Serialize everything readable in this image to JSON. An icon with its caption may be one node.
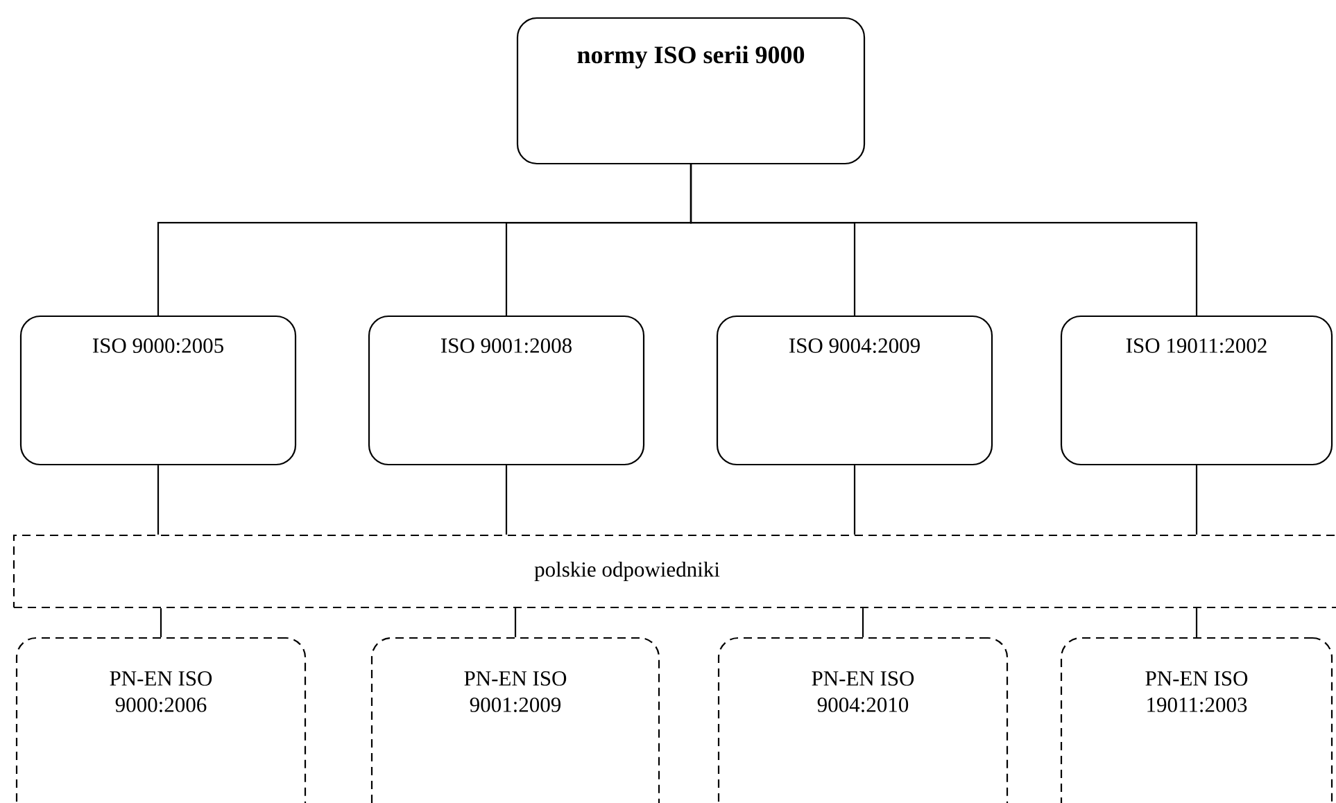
{
  "diagram": {
    "nodes": [
      {
        "text": [
          "**normy ISO serii 9000**"
        ]
      },
      {
        "text": [
          "ISO 9000:2005"
        ]
      },
      {
        "text": [
          "ISO 9001:2008"
        ]
      },
      {
        "text": [
          "ISO 9004:2009"
        ]
      },
      {
        "text": [
          "ISO 19011:2002"
        ]
      },
      {
        "text": [
          "polskie odpowiedniki"
        ]
      },
      {
        "text": [
          "PN-EN ISO 9000:2006"
        ]
      },
      {
        "text": [
          "PN-EN ISO 9001:2009"
        ]
      },
      {
        "text": [
          "PN-EN ISO 9004:2010"
        ]
      },
      {
        "text": [
          "PN-EN ISO 19011:2003"
        ]
      }
    ],
    "edges": [
      {
        "from": 0,
        "to": 1,
        "arrow": "none"
      },
      {
        "from": 0,
        "to": 2,
        "arrow": "none"
      },
      {
        "from": 0,
        "to": 3,
        "arrow": "none"
      },
      {
        "from": 0,
        "to": 4,
        "arrow": "none"
      },
      {
        "from": 1,
        "to": 5,
        "arrow": "none"
      },
      {
        "from": 2,
        "to": 5,
        "arrow": "none"
      },
      {
        "from": 3,
        "to": 5,
        "arrow": "none"
      },
      {
        "from": 4,
        "to": 5,
        "arrow": "none"
      },
      {
        "from": 5,
        "to": 6,
        "arrow": "none"
      },
      {
        "from": 5,
        "to": 7,
        "arrow": "none"
      },
      {
        "from": 5,
        "to": 8,
        "arrow": "none"
      },
      {
        "from": 5,
        "to": 9,
        "arrow": "none"
      }
    ]
  }
}
